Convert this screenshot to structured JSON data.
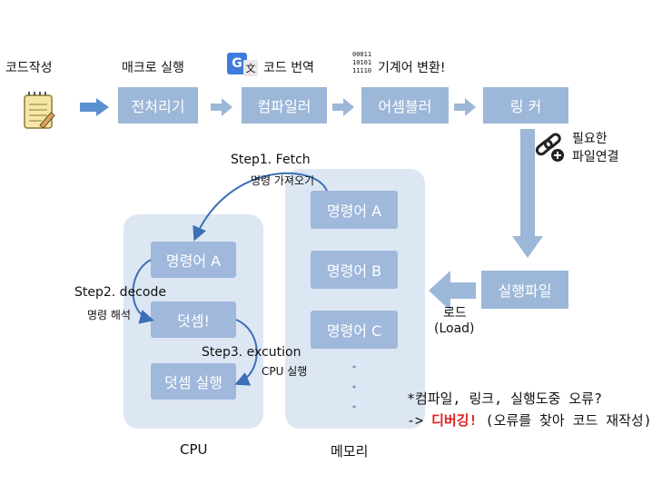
{
  "pipeline": {
    "top_labels": {
      "write_code": "코드작성",
      "macro": "매크로 실행",
      "translate": "코드 번역",
      "machine": "기계어 변환!"
    },
    "binary_lines": [
      "00011",
      "10101",
      "11110"
    ],
    "translate_icon_letter": "G",
    "stages": {
      "preprocessor": "전처리기",
      "compiler": "컴파일러",
      "assembler": "어셈블러",
      "linker": "링 커"
    },
    "link_note": [
      "필요한",
      "파일연결"
    ],
    "executable": "실행파일",
    "load": [
      "로드",
      "(Load)"
    ]
  },
  "cpu": {
    "title": "CPU",
    "boxes": [
      "명령어 A",
      "덧셈!",
      "덧셈 실행"
    ]
  },
  "memory": {
    "title": "메모리",
    "boxes": [
      "명령어 A",
      "명령어 B",
      "명령어 C"
    ]
  },
  "steps": {
    "fetch": "Step1. Fetch",
    "fetch_sub": "명령 가져오기",
    "decode": "Step2. decode",
    "decode_sub": "명령 해석",
    "exec": "Step3. excution",
    "exec_sub": "CPU 실행"
  },
  "note": {
    "line1": "*컴파일, 링크, 실행도중 오류?",
    "line2_prefix": "-> ",
    "line2_highlight": "디버깅!",
    "line2_rest": " (오류를 찾아 코드 재작성)"
  },
  "colors": {
    "stage": "#9db7d8",
    "panel": "#dde7f3",
    "arrow": "#5b8fd0",
    "curve": "#3b6fb6",
    "highlight": "#e02020"
  }
}
